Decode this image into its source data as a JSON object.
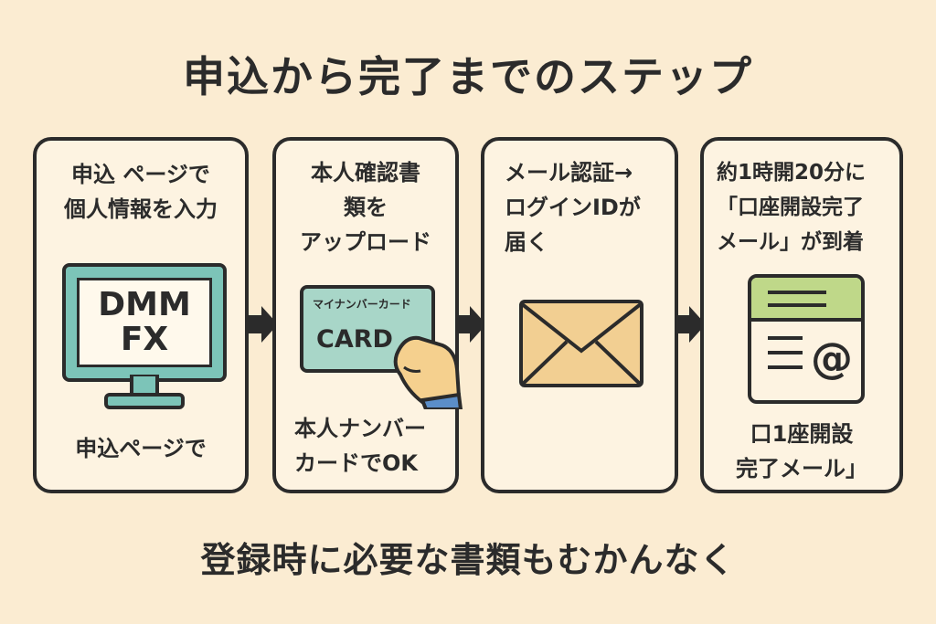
{
  "title": "申込から完了までのステップ",
  "footer": "登録時に必要な書類もむかんなく",
  "steps": [
    {
      "text_top": [
        "申込 ページで",
        "個人情報を入力"
      ],
      "screen_text": [
        "DMM",
        "FX"
      ],
      "text_bottom": [
        "申込ページで"
      ],
      "icon": "monitor-icon"
    },
    {
      "text_top": [
        "本人確認書",
        "類を",
        "アップロード"
      ],
      "card_label": "マイナンバーカード",
      "card_text": "CARD",
      "text_bottom": [
        "本人ナンバー",
        "カードでOK"
      ],
      "icon": "id-card-icon"
    },
    {
      "text_top": [
        "メール認証→",
        "ログインIDが",
        "届く"
      ],
      "icon": "envelope-icon"
    },
    {
      "text_top": [
        "約1時開20分に",
        "「口座開設完了",
        "メール」が到着"
      ],
      "text_bottom": [
        "口1座開設",
        "完了メール」"
      ],
      "icon": "email-document-icon"
    }
  ],
  "colors": {
    "background": "#fbecd2",
    "outline": "#2b2b2b",
    "monitor": "#7cc4b8",
    "card": "#a8d6c8",
    "envelope": "#f2cf92",
    "doc_header": "#bfd889",
    "hand": "#f5d08e",
    "sleeve": "#5b8ec9"
  }
}
